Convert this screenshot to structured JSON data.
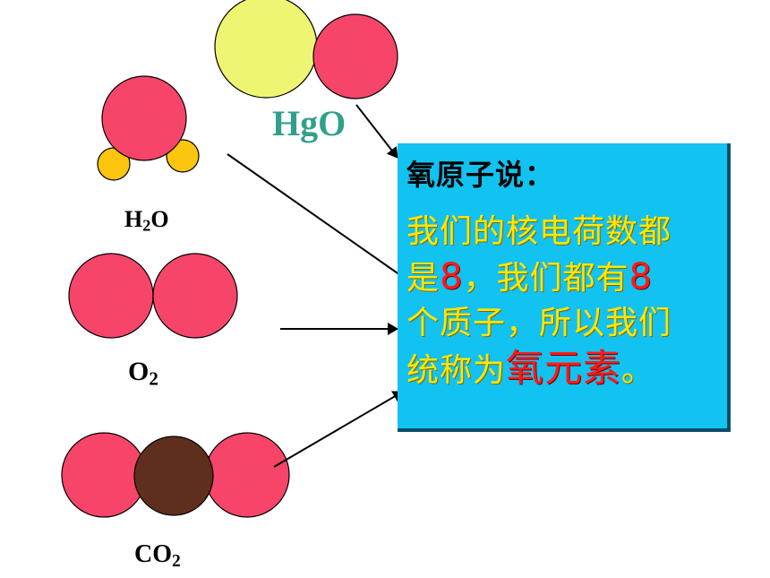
{
  "molecules": {
    "hgo": {
      "label_main": "HgO"
    },
    "h2o": {
      "label_main": "H",
      "label_sub": "2",
      "label_tail": "O"
    },
    "o2": {
      "label_main": "O",
      "label_sub": "2"
    },
    "co2": {
      "label_main": "CO",
      "label_sub": "2"
    }
  },
  "colors": {
    "oxygen": "#f7456a",
    "mercury": "#eef572",
    "hydrogen": "#fcc60f",
    "carbon": "#5e2f1c",
    "box_bg": "#12c2f1",
    "box_text": "#ffe600",
    "highlight": "#ff1a1a",
    "hgo_label": "#30a08a"
  },
  "infobox": {
    "title": "氧原子说：",
    "line1": "我们的核电荷数都",
    "line2_a": "是",
    "line2_num": "8",
    "line2_b": "，我们都有",
    "line2_num2": "8",
    "line3": "个质子，所以我们",
    "line4_a": "统称为",
    "line4_em": "氧元素",
    "line4_b": "。"
  }
}
